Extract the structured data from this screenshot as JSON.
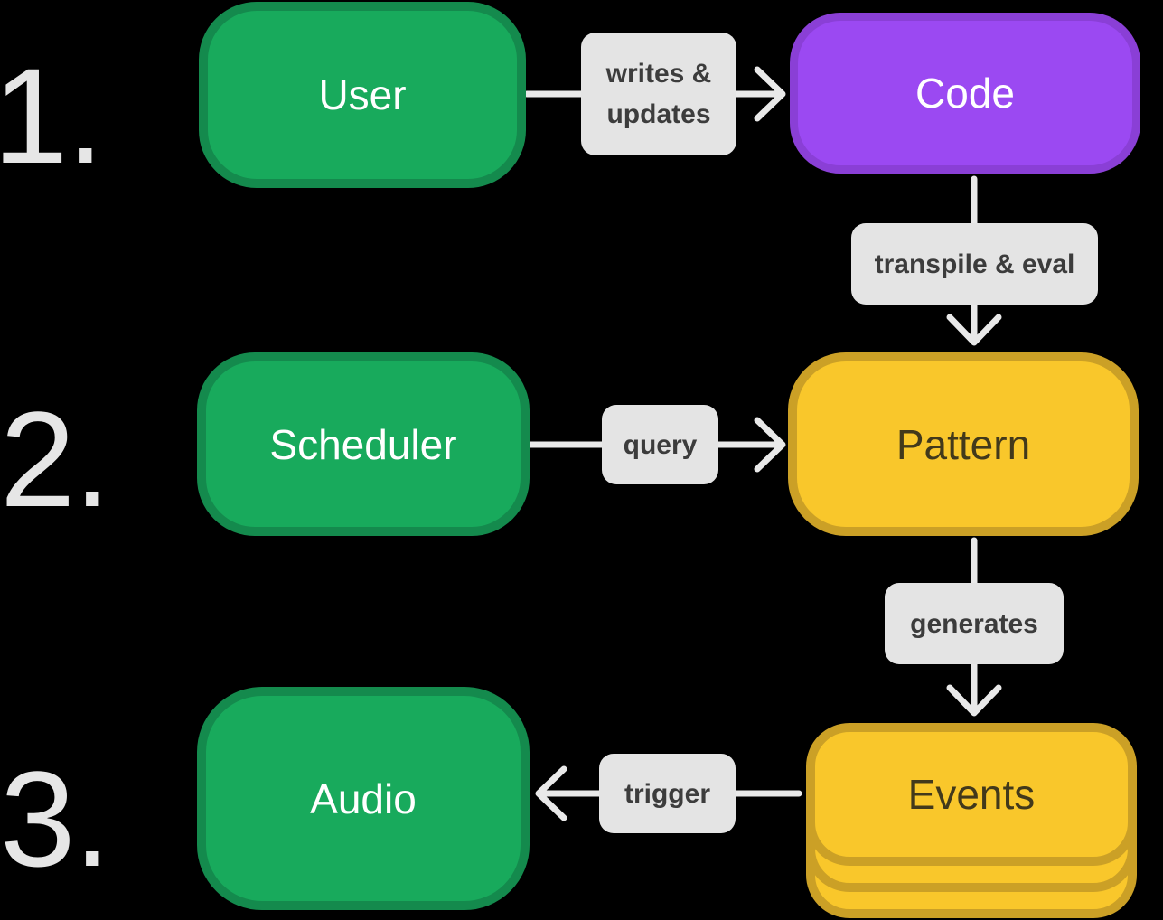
{
  "steps": [
    {
      "label": "1."
    },
    {
      "label": "2."
    },
    {
      "label": "3."
    }
  ],
  "nodes": {
    "user": {
      "label": "User",
      "color": "green"
    },
    "code": {
      "label": "Code",
      "color": "purple"
    },
    "scheduler": {
      "label": "Scheduler",
      "color": "green"
    },
    "pattern": {
      "label": "Pattern",
      "color": "yellow"
    },
    "audio": {
      "label": "Audio",
      "color": "green"
    },
    "events": {
      "label": "Events",
      "color": "yellow",
      "stacked": true
    }
  },
  "edges": {
    "writes_updates": {
      "label": "writes & updates",
      "from": "User",
      "to": "Code",
      "direction": "right"
    },
    "transpile_eval": {
      "label": "transpile & eval",
      "from": "Code",
      "to": "Pattern",
      "direction": "down"
    },
    "query": {
      "label": "query",
      "from": "Scheduler",
      "to": "Pattern",
      "direction": "right"
    },
    "generates": {
      "label": "generates",
      "from": "Pattern",
      "to": "Events",
      "direction": "down"
    },
    "trigger": {
      "label": "trigger",
      "from": "Events",
      "to": "Audio",
      "direction": "left"
    }
  },
  "colors": {
    "background": "#000000",
    "green-fill": "#18aa5c",
    "green-border": "#148a4d",
    "purple-fill": "#9b49f2",
    "purple-border": "#8a3fd6",
    "yellow-fill": "#f9c72b",
    "yellow-border": "#cba026",
    "label-bg": "#e4e4e4",
    "label-text": "#3c3c3c",
    "node-text-light": "#ffffff",
    "node-text-dark": "#42391b",
    "arrow": "#e9e9e9",
    "step-number": "#e6e6e6"
  }
}
